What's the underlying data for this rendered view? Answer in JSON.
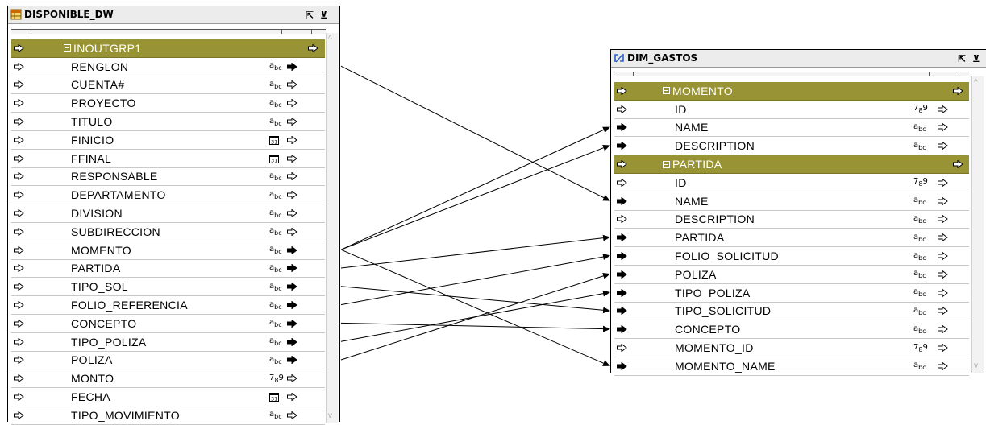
{
  "left_table": {
    "title": "DISPONIBLE_DW",
    "title_buttons": [
      "⇱",
      "⊻"
    ],
    "fields": [
      {
        "name": "INOUTGRP1",
        "group": true
      },
      {
        "name": "RENGLON",
        "type": "abc",
        "out": "filled"
      },
      {
        "name": "CUENTA#",
        "type": "abc",
        "out": "open"
      },
      {
        "name": "PROYECTO",
        "type": "abc",
        "out": "open"
      },
      {
        "name": "TITULO",
        "type": "abc",
        "out": "open"
      },
      {
        "name": "FINICIO",
        "type": "date",
        "out": "open"
      },
      {
        "name": "FFINAL",
        "type": "date",
        "out": "open"
      },
      {
        "name": "RESPONSABLE",
        "type": "abc",
        "out": "open"
      },
      {
        "name": "DEPARTAMENTO",
        "type": "abc",
        "out": "open"
      },
      {
        "name": "DIVISION",
        "type": "abc",
        "out": "open"
      },
      {
        "name": "SUBDIRECCION",
        "type": "abc",
        "out": "open"
      },
      {
        "name": "MOMENTO",
        "type": "abc",
        "out": "filled"
      },
      {
        "name": "PARTIDA",
        "type": "abc",
        "out": "filled"
      },
      {
        "name": "TIPO_SOL",
        "type": "abc",
        "out": "filled"
      },
      {
        "name": "FOLIO_REFERENCIA",
        "type": "abc",
        "out": "filled"
      },
      {
        "name": "CONCEPTO",
        "type": "abc",
        "out": "filled"
      },
      {
        "name": "TIPO_POLIZA",
        "type": "abc",
        "out": "filled"
      },
      {
        "name": "POLIZA",
        "type": "abc",
        "out": "filled"
      },
      {
        "name": "MONTO",
        "type": "num",
        "out": "open"
      },
      {
        "name": "FECHA",
        "type": "date",
        "out": "open"
      },
      {
        "name": "TIPO_MOVIMIENTO",
        "type": "abc",
        "out": "open"
      }
    ]
  },
  "right_table": {
    "title": "DIM_GASTOS",
    "title_buttons": [
      "⇱",
      "⊻"
    ],
    "fields": [
      {
        "name": "MOMENTO",
        "group": true
      },
      {
        "name": "ID",
        "type": "num",
        "in": "open"
      },
      {
        "name": "NAME",
        "type": "abc",
        "in": "filled"
      },
      {
        "name": "DESCRIPTION",
        "type": "abc",
        "in": "filled"
      },
      {
        "name": "PARTIDA",
        "group": true
      },
      {
        "name": "ID",
        "type": "num",
        "in": "open"
      },
      {
        "name": "NAME",
        "type": "abc",
        "in": "filled"
      },
      {
        "name": "DESCRIPTION",
        "type": "abc",
        "in": "open"
      },
      {
        "name": "PARTIDA",
        "type": "abc",
        "in": "filled"
      },
      {
        "name": "FOLIO_SOLICITUD",
        "type": "abc",
        "in": "filled"
      },
      {
        "name": "POLIZA",
        "type": "abc",
        "in": "filled"
      },
      {
        "name": "TIPO_POLIZA",
        "type": "abc",
        "in": "filled"
      },
      {
        "name": "TIPO_SOLICITUD",
        "type": "abc",
        "in": "filled"
      },
      {
        "name": "CONCEPTO",
        "type": "abc",
        "in": "filled"
      },
      {
        "name": "MOMENTO_ID",
        "type": "num",
        "in": "open"
      },
      {
        "name": "MOMENTO_NAME",
        "type": "abc",
        "in": "filled"
      }
    ]
  },
  "connections": [
    {
      "from": "RENGLON",
      "to": "NAME (PARTIDA)"
    },
    {
      "from": "MOMENTO",
      "to": "NAME (MOMENTO)"
    },
    {
      "from": "MOMENTO",
      "to": "DESCRIPTION (MOMENTO)"
    },
    {
      "from": "MOMENTO",
      "to": "MOMENTO_NAME"
    },
    {
      "from": "PARTIDA",
      "to": "PARTIDA"
    },
    {
      "from": "TIPO_SOL",
      "to": "TIPO_SOLICITUD"
    },
    {
      "from": "FOLIO_REFERENCIA",
      "to": "FOLIO_SOLICITUD"
    },
    {
      "from": "CONCEPTO",
      "to": "CONCEPTO"
    },
    {
      "from": "TIPO_POLIZA",
      "to": "TIPO_POLIZA"
    },
    {
      "from": "POLIZA",
      "to": "POLIZA"
    }
  ],
  "colors": {
    "group_row": "#989436",
    "wire": "#000000"
  }
}
